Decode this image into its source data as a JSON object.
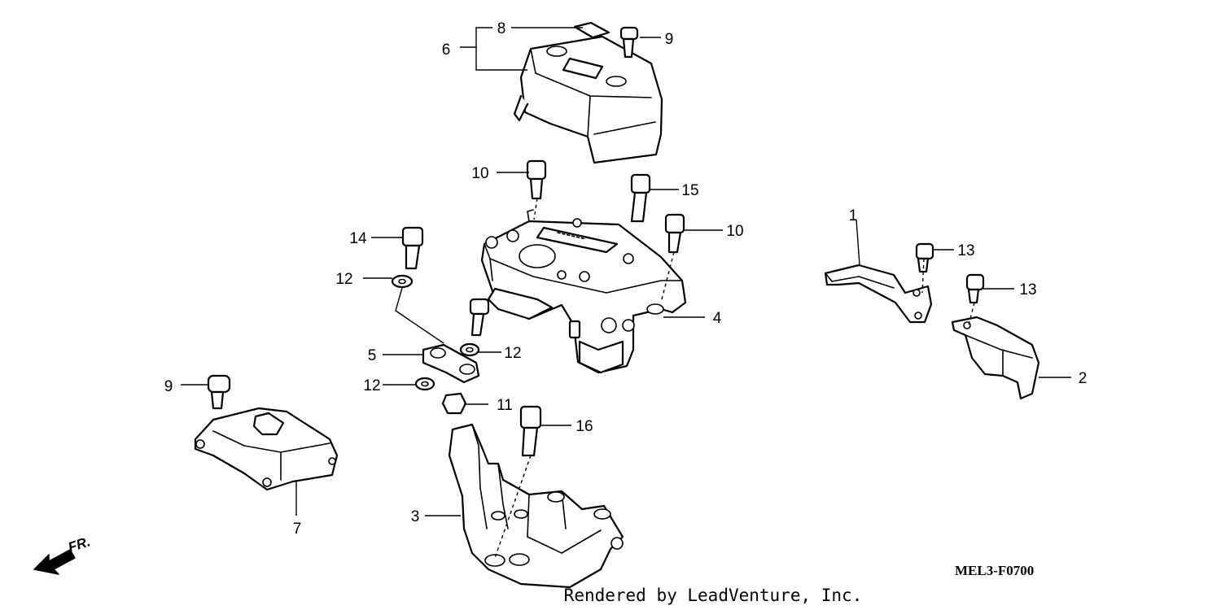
{
  "diagram": {
    "callouts": [
      "1",
      "2",
      "3",
      "4",
      "5",
      "6",
      "7",
      "8",
      "9",
      "9",
      "10",
      "10",
      "11",
      "12",
      "12",
      "12",
      "13",
      "13",
      "14",
      "15",
      "16"
    ],
    "direction_label": "FR.",
    "figure_code": "MEL3-F0700",
    "credit": "Rendered by LeadVenture, Inc."
  }
}
